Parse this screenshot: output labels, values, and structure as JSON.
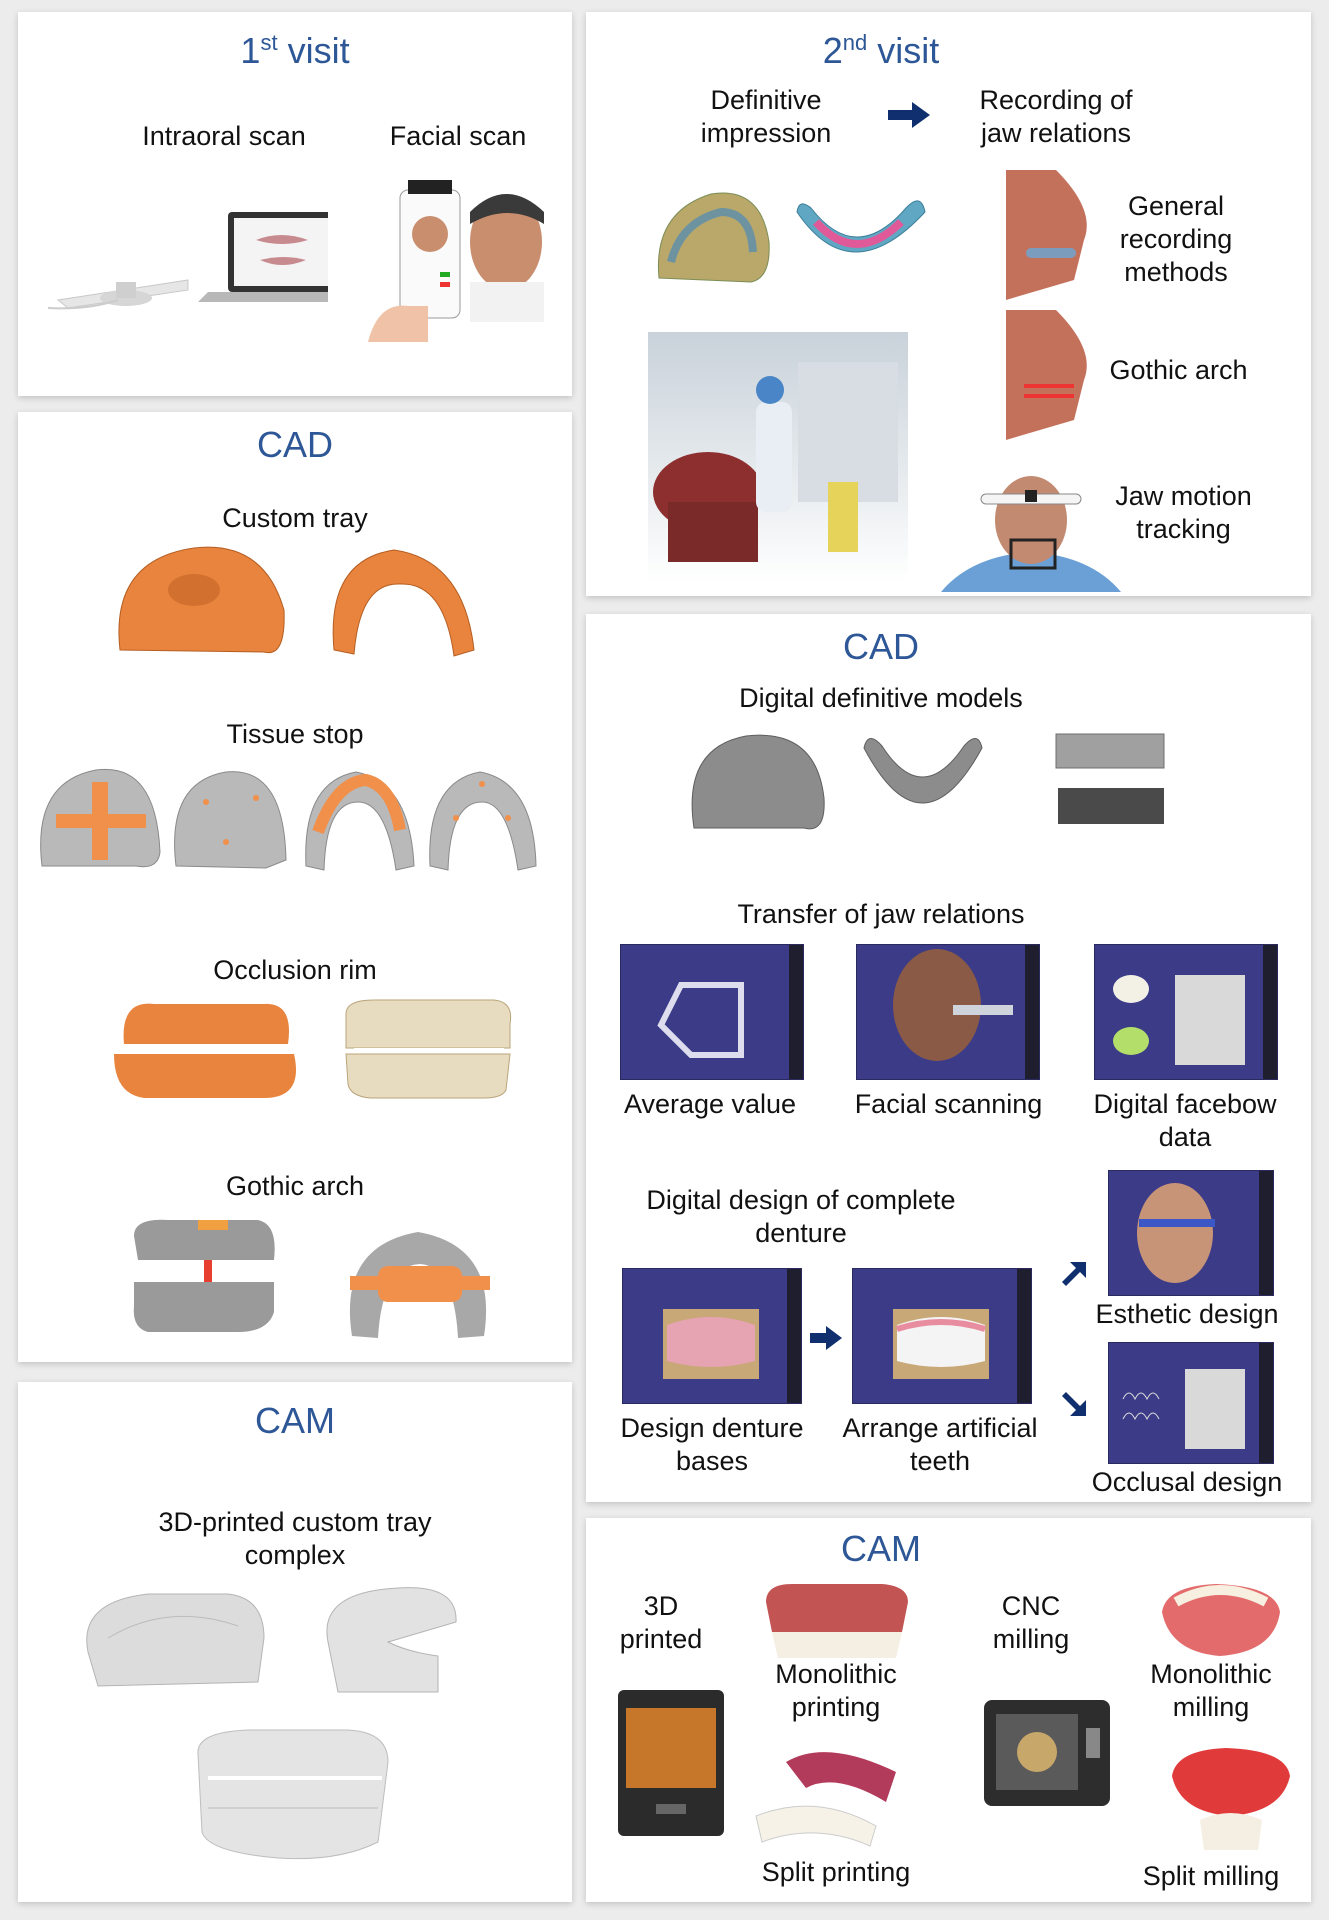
{
  "first_visit": {
    "title_num": "1",
    "title_sup": "st",
    "title_word": "visit",
    "intraoral": "Intraoral scan",
    "facial": "Facial scan"
  },
  "second_visit": {
    "title_num": "2",
    "title_sup": "nd",
    "title_word": "visit",
    "definitive_1": "Definitive",
    "definitive_2": "impression",
    "recording_1": "Recording of",
    "recording_2": "jaw relations",
    "general_1": "General",
    "general_2": "recording",
    "general_3": "methods",
    "gothic": "Gothic arch",
    "jaw_1": "Jaw motion",
    "jaw_2": "tracking"
  },
  "cad_left": {
    "title": "CAD",
    "custom_tray": "Custom tray",
    "tissue_stop": "Tissue stop",
    "occlusion_rim": "Occlusion rim",
    "gothic_arch": "Gothic arch"
  },
  "cam_left": {
    "title": "CAM",
    "printed_1": "3D-printed custom tray",
    "printed_2": "complex"
  },
  "cad_right": {
    "title": "CAD",
    "models": "Digital definitive models",
    "transfer": "Transfer of jaw relations",
    "average": "Average value",
    "facial_scanning": "Facial scanning",
    "facebow_1": "Digital facebow",
    "facebow_2": "data",
    "design_1": "Digital design of complete",
    "design_2": "denture",
    "esthetic": "Esthetic design",
    "bases_1": "Design denture",
    "bases_2": "bases",
    "arrange_1": "Arrange artificial",
    "arrange_2": "teeth",
    "occlusal": "Occlusal design"
  },
  "cam_right": {
    "title": "CAM",
    "printed_1": "3D",
    "printed_2": "printed",
    "mono_print_1": "Monolithic",
    "mono_print_2": "printing",
    "split_print": "Split printing",
    "cnc_1": "CNC",
    "cnc_2": "milling",
    "mono_mill_1": "Monolithic",
    "mono_mill_2": "milling",
    "split_mill": "Split milling"
  },
  "colors": {
    "heading": "#2d5796",
    "arrow": "#0f2f6e",
    "orange": "#e8843e",
    "screen": "#3b3b88"
  }
}
